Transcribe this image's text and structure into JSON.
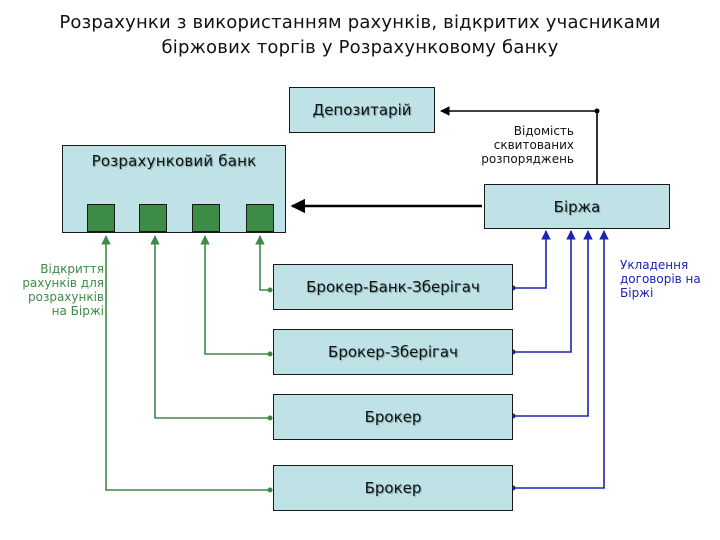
{
  "title": {
    "line1": "Розрахунки з використанням рахунків, відкритих учасниками",
    "line2": "біржових торгів у Розрахунковому банку"
  },
  "nodes": {
    "depository": "Депозитарій",
    "settlement_bank": "Розрахунковий банк",
    "exchange": "Біржа",
    "broker_bank_custodian": "Брокер-Банк-Зберігач",
    "broker_custodian": "Брокер-Зберігач",
    "broker_1": "Брокер",
    "broker_2": "Брокер"
  },
  "annotations": {
    "confirmed_orders": [
      "Відомість",
      "сквитованих",
      "розпоряджень"
    ],
    "account_opening": [
      "Відкриття",
      "рахунків для",
      "розрахунків",
      "на Біржі"
    ],
    "contracts": [
      "Укладення",
      "договорів на",
      "Біржі"
    ]
  },
  "colors": {
    "box_fill": "#bfe2e6",
    "account_fill": "#3c8c46",
    "green_link": "#3c8c46",
    "blue_link": "#1c22b4",
    "black_link": "#000000"
  }
}
